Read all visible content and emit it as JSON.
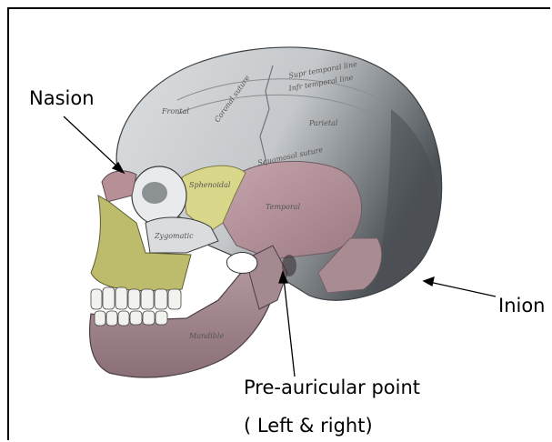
{
  "labels": {
    "nasion": "Nasion",
    "inion": "Inion",
    "preauricular": "Pre-auricular point",
    "left_right": "( Left & right)"
  },
  "bone_labels": {
    "frontal": "Frontal",
    "coronal": "Coronal suture",
    "sup_temporal": "Supr temporal line",
    "inf_temporal": "Infr temporal line",
    "parietal": "Parietal",
    "squamosal": "Squamosal suture",
    "temporal": "Temporal",
    "sphenoidal": "Sphenoidal",
    "zygomatic": "Zygomatic",
    "mandible": "Mandible"
  },
  "colors": {
    "cranium": "#c9cccf",
    "cranium_dark": "#5d6266",
    "temporal": "#b7939c",
    "sphenoid": "#d9d78a",
    "maxilla": "#bfbd6e",
    "mandible": "#a88d93",
    "teeth": "#f2f2ee",
    "arrow": "#000000"
  }
}
